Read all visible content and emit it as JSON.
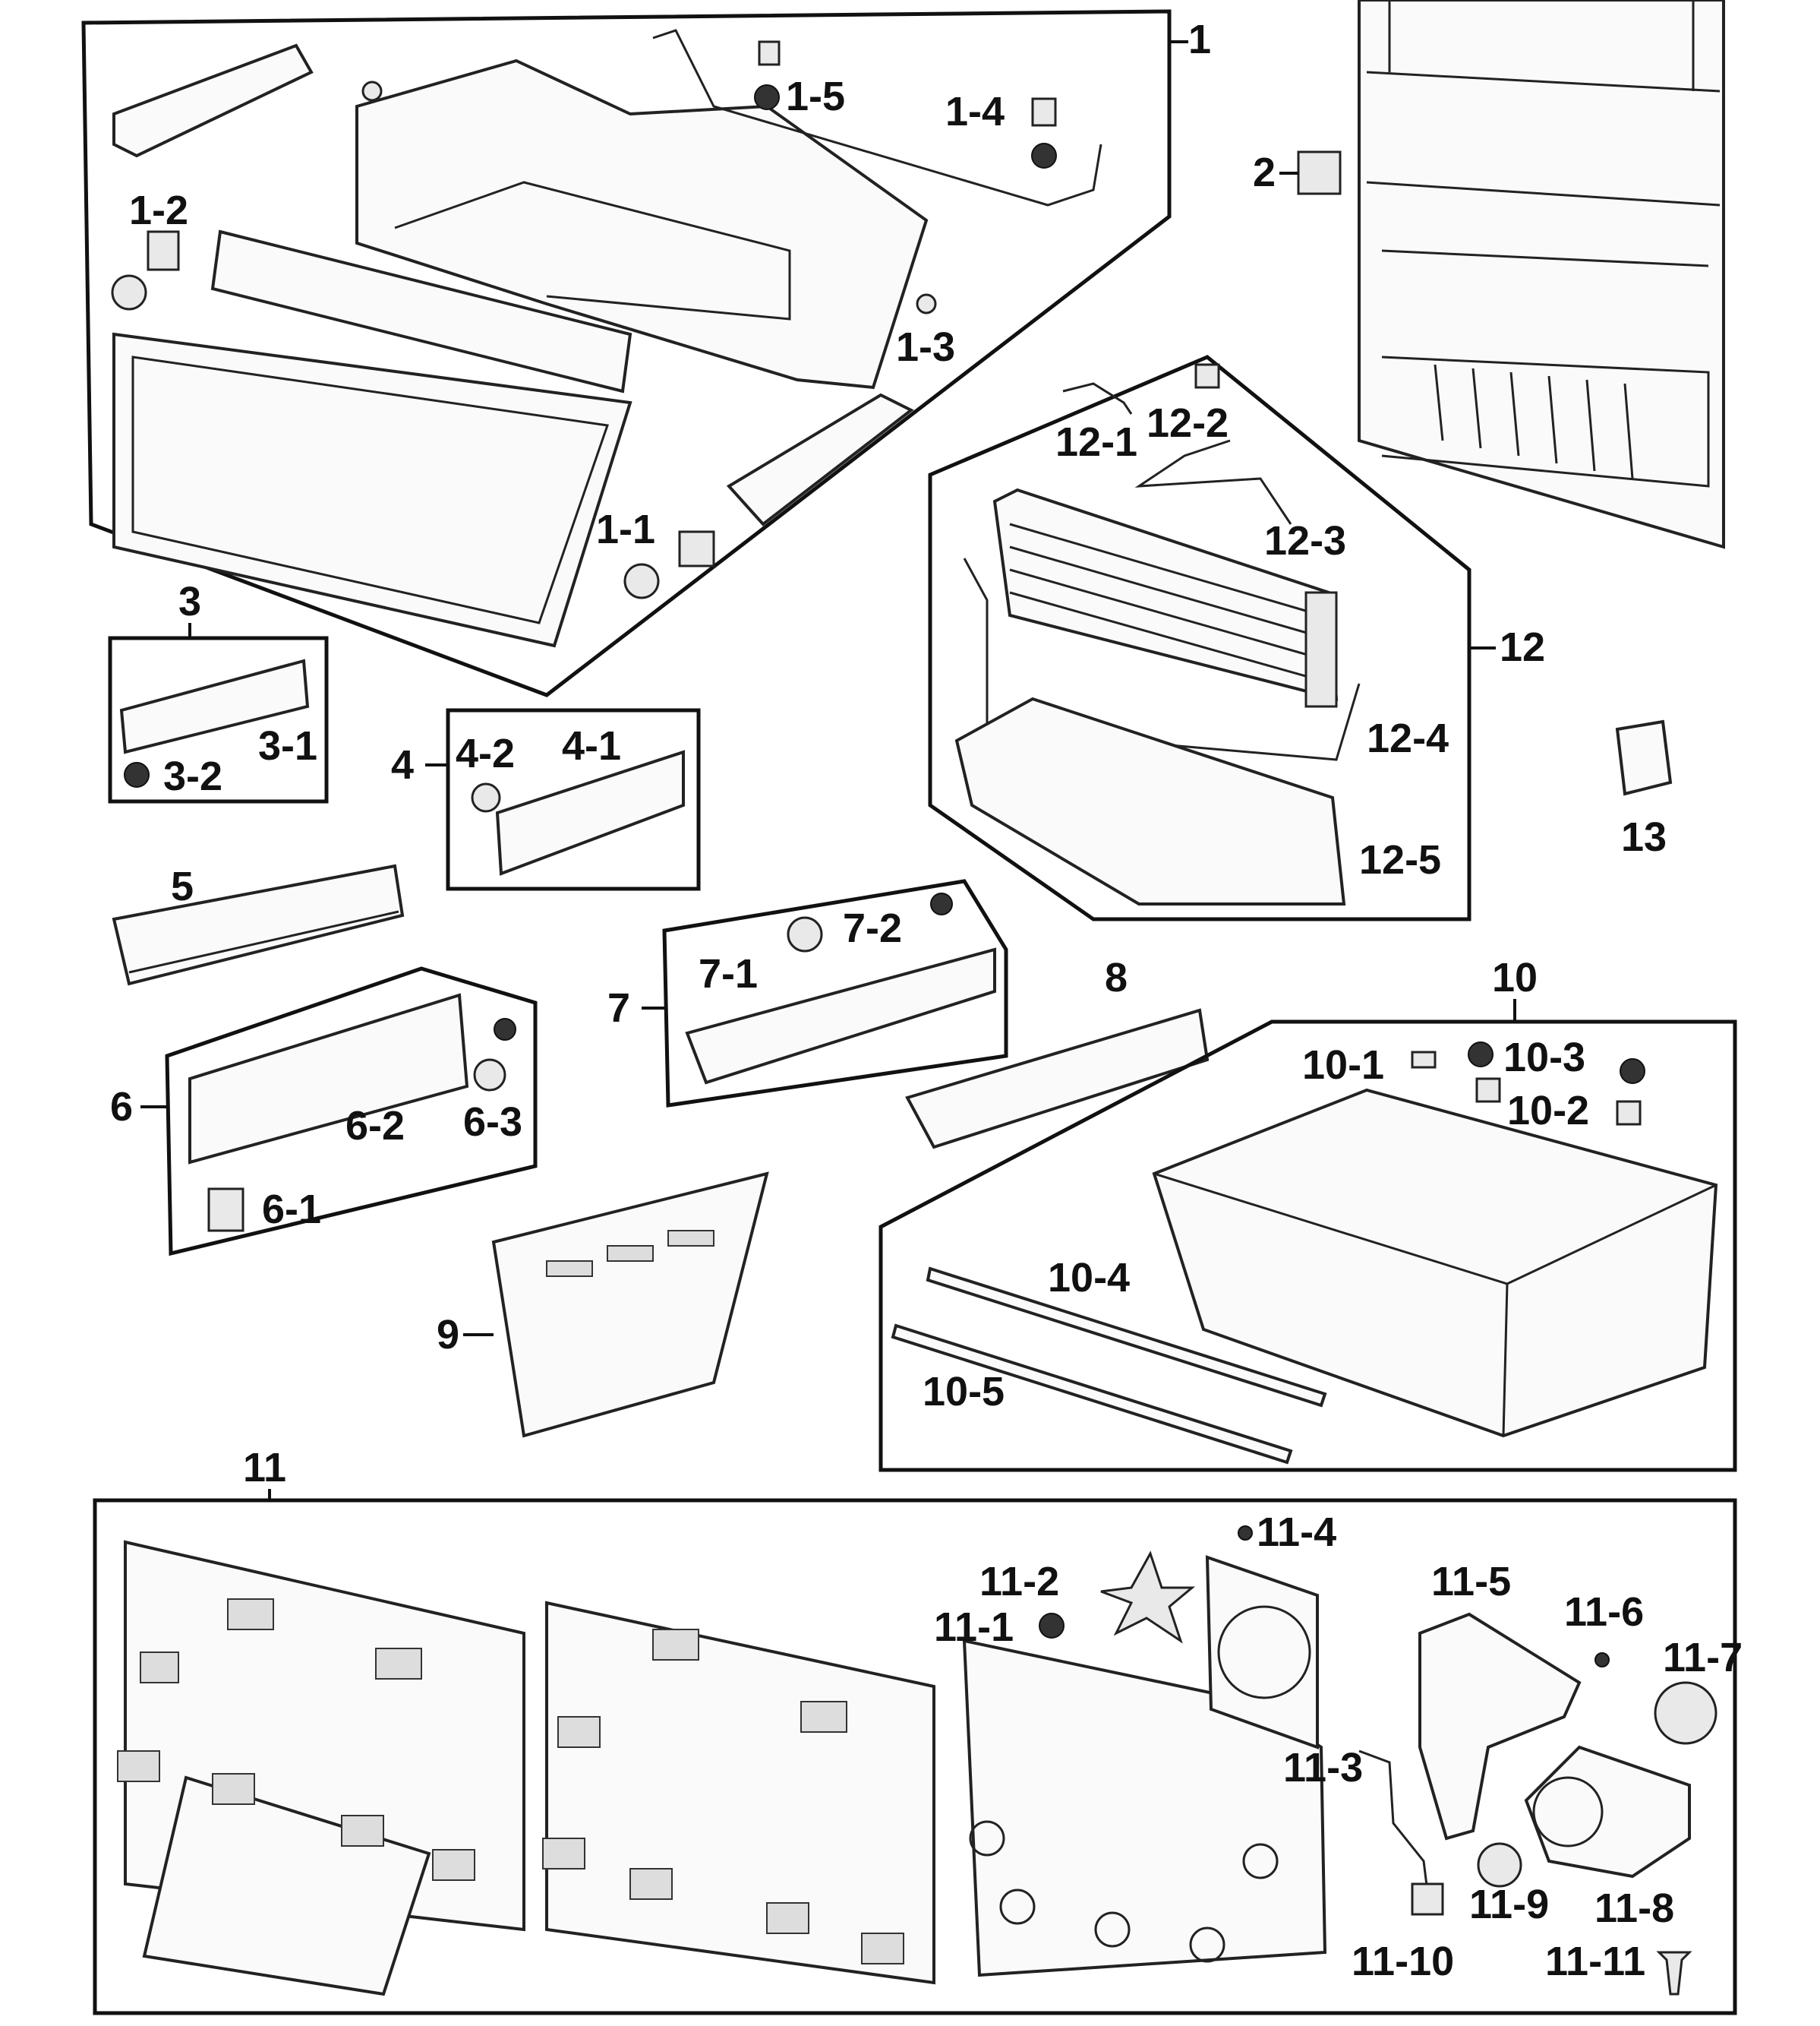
{
  "labels": {
    "l1": "1",
    "l1_1": "1-1",
    "l1_2": "1-2",
    "l1_3": "1-3",
    "l1_4": "1-4",
    "l1_5": "1-5",
    "l2": "2",
    "l3": "3",
    "l3_1": "3-1",
    "l3_2": "3-2",
    "l4": "4",
    "l4_1": "4-1",
    "l4_2": "4-2",
    "l5": "5",
    "l6": "6",
    "l6_1": "6-1",
    "l6_2": "6-2",
    "l6_3": "6-3",
    "l7": "7",
    "l7_1": "7-1",
    "l7_2": "7-2",
    "l8": "8",
    "l9": "9",
    "l10": "10",
    "l10_1": "10-1",
    "l10_2": "10-2",
    "l10_3": "10-3",
    "l10_4": "10-4",
    "l10_5": "10-5",
    "l11": "11",
    "l11_1": "11-1",
    "l11_2": "11-2",
    "l11_3": "11-3",
    "l11_4": "11-4",
    "l11_5": "11-5",
    "l11_6": "11-6",
    "l11_7": "11-7",
    "l11_8": "11-8",
    "l11_9": "11-9",
    "l11_10": "11-10",
    "l11_11": "11-11",
    "l12": "12",
    "l12_1": "12-1",
    "l12_2": "12-2",
    "l12_3": "12-3",
    "l12_4": "12-4",
    "l12_5": "12-5",
    "l13": "13"
  }
}
